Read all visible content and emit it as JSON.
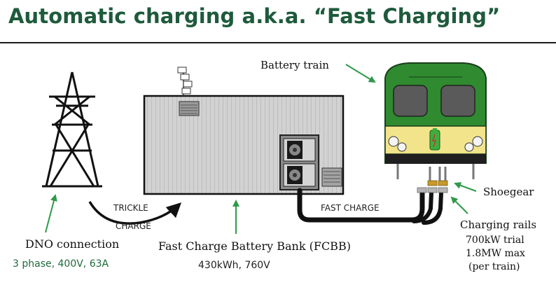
{
  "title": "Automatic charging a.k.a. “Fast Charging”",
  "labels": {
    "battery_train": "Battery train",
    "shoegear": "Shoegear",
    "charging_rails": "Charging rails",
    "rails_line1": "700kW trial",
    "rails_line2": "1.8MW max",
    "rails_line3": "(per train)",
    "dno_title": "DNO connection",
    "dno_spec": "3 phase, 400V, 63A",
    "fcbb_title": "Fast Charge Battery Bank (FCBB)",
    "fcbb_spec": "430kWh, 760V",
    "trickle": "TRICKLE",
    "charge": "CHARGE",
    "fast_charge": "FAST CHARGE"
  },
  "colors": {
    "title": "#1e5a3c",
    "arrow_green": "#2e9a4a",
    "train_body": "#2f8a30",
    "train_yellow": "#f2e48a",
    "container": "#cfcfcf",
    "cable": "#111111"
  }
}
